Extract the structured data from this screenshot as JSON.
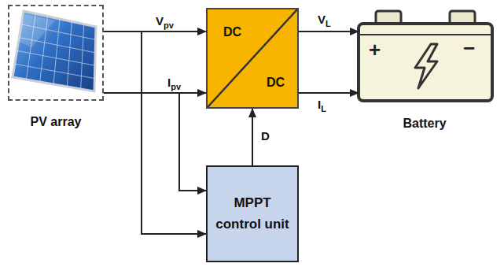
{
  "diagram": {
    "nodes": [
      {
        "text": [
          "PV array"
        ]
      },
      {
        "text": [
          "DC",
          "DC"
        ]
      },
      {
        "text": [
          "Battery"
        ]
      },
      {
        "text": [
          "MPPT control unit"
        ]
      }
    ],
    "edges": [
      {
        "from": 0,
        "to": 1,
        "label": "Vpv",
        "arrow": "to"
      },
      {
        "from": 0,
        "to": 1,
        "label": "Ipv",
        "arrow": "to"
      },
      {
        "from": 1,
        "to": 2,
        "label": "VL",
        "arrow": "to"
      },
      {
        "from": 1,
        "to": 2,
        "label": "IL",
        "arrow": "to"
      },
      {
        "from": 3,
        "to": 1,
        "label": "D",
        "arrow": "to"
      },
      {
        "from": 0,
        "to": 3,
        "arrow": "to"
      },
      {
        "from": 0,
        "to": 3,
        "arrow": "to"
      }
    ],
    "labels": [
      "+",
      "−"
    ]
  }
}
